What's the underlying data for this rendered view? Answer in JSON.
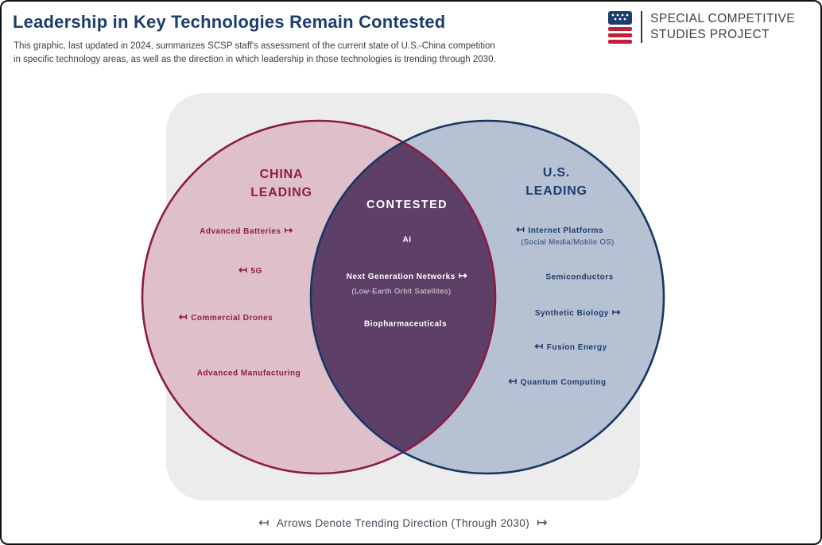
{
  "header": {
    "title": "Leadership in Key Technologies Remain Contested",
    "subtitle_line1": "This graphic, last updated in 2024, summarizes SCSP staff's assessment of the current state of U.S.-China competition",
    "subtitle_line2": "in specific technology areas, as well as the direction in which leadership in those technologies is trending through 2030.",
    "logo": {
      "line1": "SPECIAL COMPETITIVE",
      "line2": "STUDIES PROJECT"
    }
  },
  "venn": {
    "china": {
      "label_line1": "CHINA",
      "label_line2": "LEADING",
      "items": [
        {
          "text": "Advanced Batteries",
          "suffix": "↦"
        },
        {
          "prefix": "↤",
          "text": "5G"
        },
        {
          "prefix": "↤",
          "text": "Commercial Drones"
        },
        {
          "text": "Advanced Manufacturing"
        }
      ]
    },
    "contested": {
      "label": "CONTESTED",
      "items": [
        {
          "text": "AI"
        },
        {
          "text": "Next Generation Networks",
          "suffix": "↦",
          "sub": "(Low-Earth Orbit Satellites)"
        },
        {
          "text": "Biopharmaceuticals"
        }
      ]
    },
    "us": {
      "label_line1": "U.S.",
      "label_line2": "LEADING",
      "items": [
        {
          "prefix": "↤",
          "text": "Internet Platforms",
          "sub": "(Social Media/Mobile OS)"
        },
        {
          "text": "Semiconductors"
        },
        {
          "text": "Synthetic Biology",
          "suffix": "↦"
        },
        {
          "prefix": "↤",
          "text": "Fusion Energy"
        },
        {
          "prefix": "↤",
          "text": "Quantum Computing"
        }
      ]
    }
  },
  "legend": {
    "arrow_left": "↤",
    "text": "Arrows Denote Trending Direction (Through 2030)",
    "arrow_right": "↦"
  },
  "colors": {
    "title_navy": "#1d3d6f",
    "china_maroon": "#8f1d45",
    "us_navy": "#1d3d6f",
    "contested_purple": "#5e3f67",
    "china_fill": "#debfca",
    "us_fill": "#b6c1d3",
    "panel_gray": "#ececec"
  }
}
